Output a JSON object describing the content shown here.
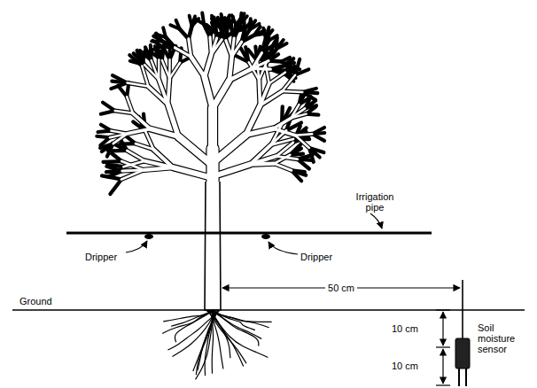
{
  "diagram": {
    "labels": [
      "Irrigation pipe",
      "Dripper",
      "Dripper",
      "50 cm",
      "Ground",
      "10 cm",
      "10 cm",
      "Soil moisture sensor"
    ]
  }
}
